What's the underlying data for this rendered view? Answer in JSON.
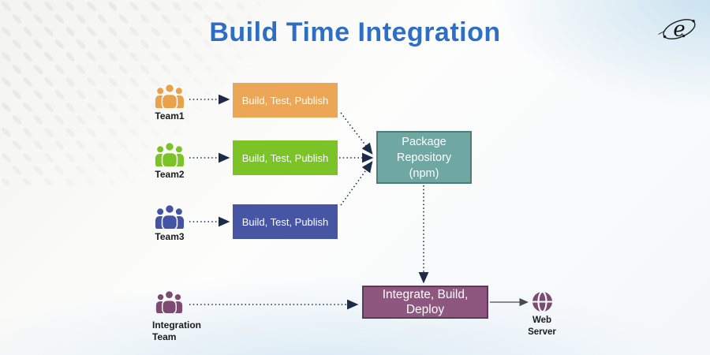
{
  "title": "Build Time Integration",
  "logo": {
    "letter": "e"
  },
  "background": {
    "pattern_dash": "#e9e9e6"
  },
  "arrows": {
    "dotted_color": "#1c2b4a",
    "solid_color": "#4a4a4a"
  },
  "teams": [
    {
      "label": "Team1",
      "icon_color": "#E9A24C",
      "box_label": "Build, Test, Publish",
      "box_color": "#EBA755"
    },
    {
      "label": "Team2",
      "icon_color": "#7CC327",
      "box_label": "Build, Test, Publish",
      "box_color": "#7CC327"
    },
    {
      "label": "Team3",
      "icon_color": "#4354A5",
      "box_label": "Build, Test, Publish",
      "box_color": "#4656A4"
    }
  ],
  "integration_team": {
    "label": "Integration\nTeam",
    "icon_color": "#7C4B72"
  },
  "package_repository": {
    "label": "Package\nRepository\n(npm)",
    "fill": "#6FA7A2",
    "border": "#4E7D79"
  },
  "integrate_box": {
    "label": "Integrate, Build,\nDeploy",
    "fill": "#8D577F",
    "border": "#5C3B55"
  },
  "web_server": {
    "label": "Web\nServer",
    "icon_color": "#7C4B72"
  }
}
